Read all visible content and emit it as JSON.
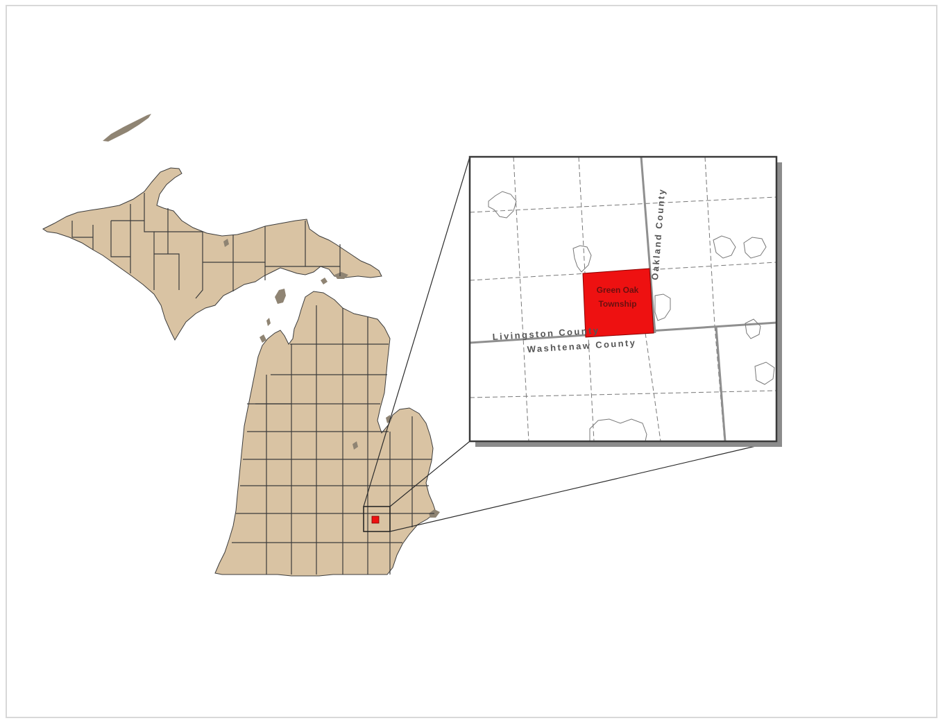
{
  "map": {
    "colors": {
      "land": "#d9c3a3",
      "county_border": "#3b3b3b",
      "water_islands": "#8f8473",
      "highlight": "#ee1111",
      "frame": "#3a3a3a",
      "inset_shadow": "#8c8c8c",
      "township_lines": "#777777",
      "county_lines": "#8f8f8f"
    },
    "inset": {
      "highlight_label": {
        "line1": "Green Oak",
        "line2": "Township"
      },
      "labels": {
        "livingston": "Livingston County",
        "washtenaw": "Washtenaw County",
        "oakland": "Oakland County"
      }
    }
  }
}
